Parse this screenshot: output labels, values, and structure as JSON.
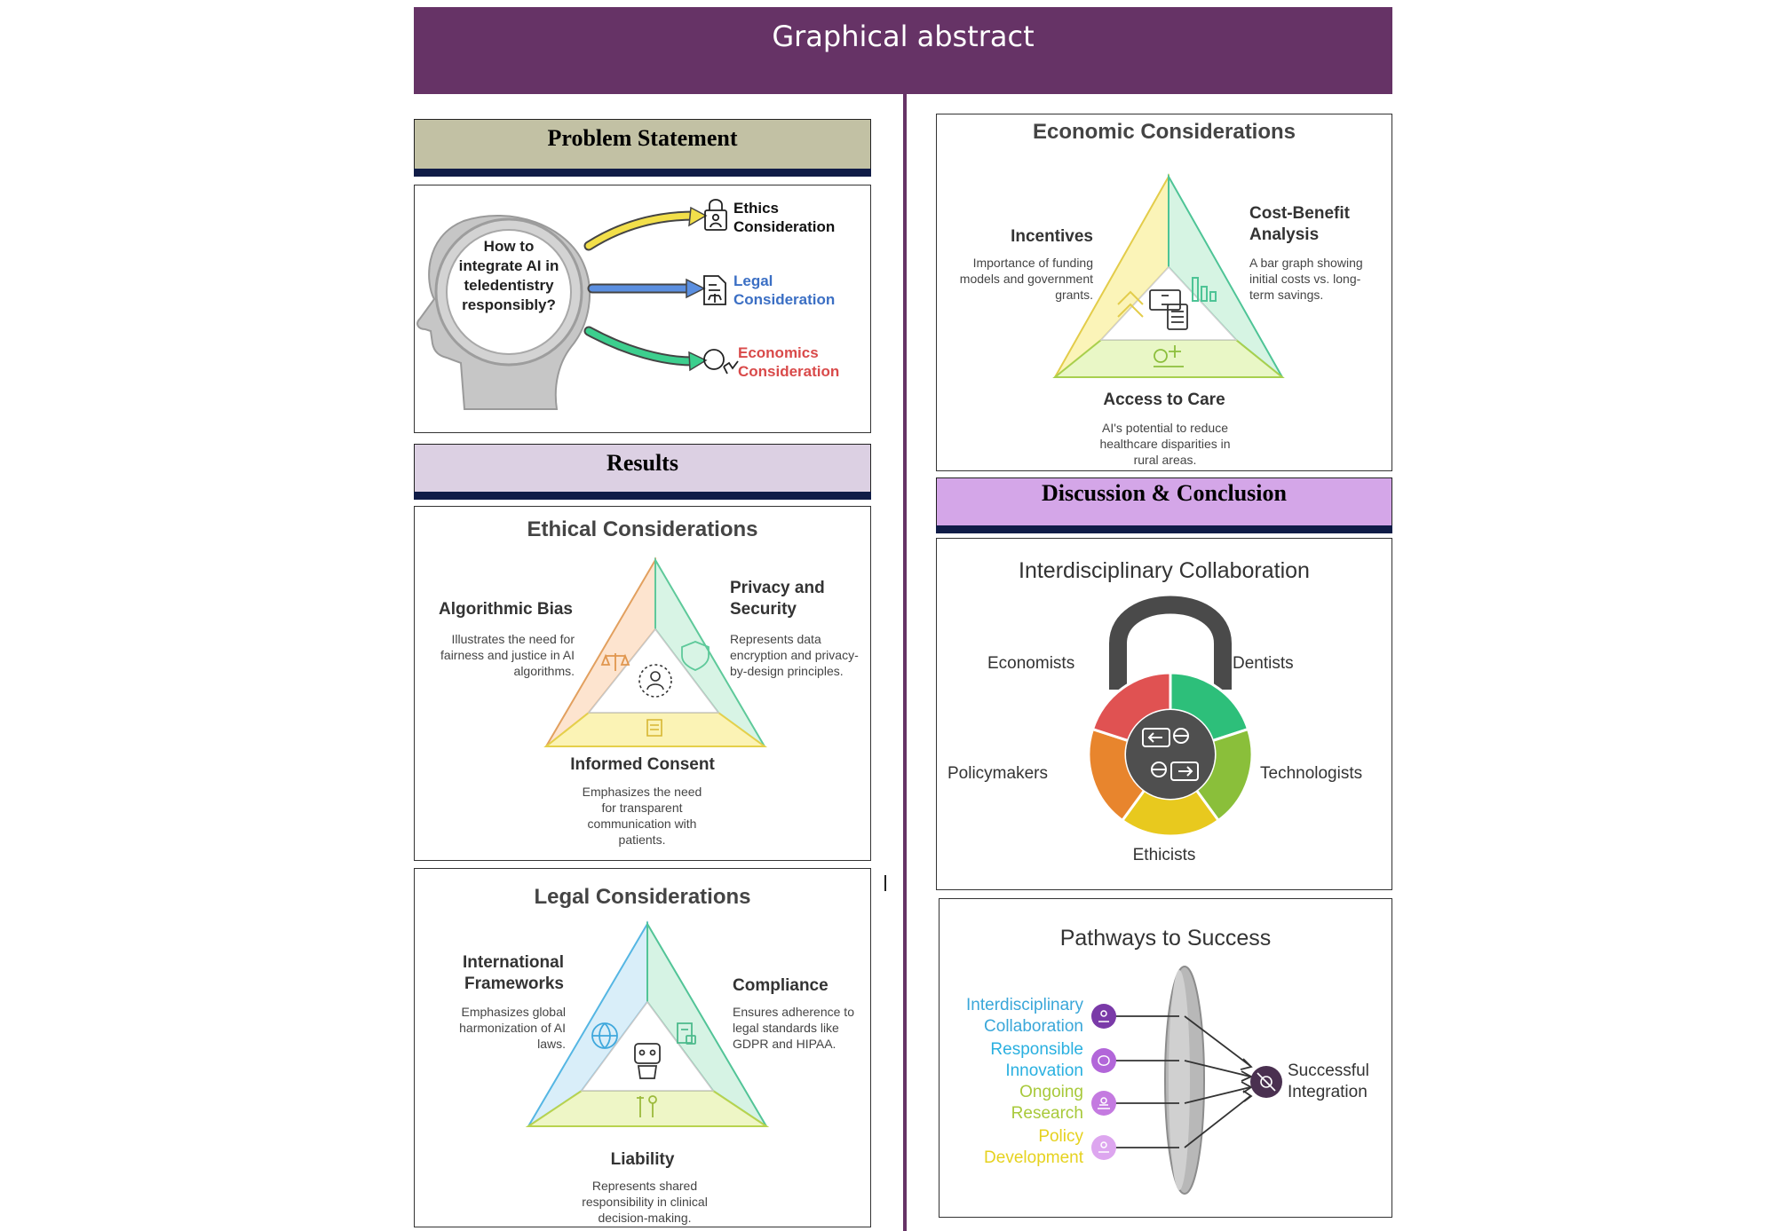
{
  "header": {
    "title": "Graphical abstract"
  },
  "colors": {
    "banner": "#663366",
    "header_bar": "#101c47"
  },
  "sections": {
    "problem_statement": "Problem Statement",
    "results": "Results",
    "discussion": "Discussion & Conclusion"
  },
  "problem": {
    "question_lines": [
      "How to",
      "integrate AI in",
      "teledentistry",
      "responsibly?"
    ],
    "items": [
      {
        "lines": [
          "Ethics",
          "Consideration"
        ],
        "icon": "lock-person-icon",
        "color": "#111111"
      },
      {
        "lines": [
          "Legal",
          "Consideration"
        ],
        "icon": "legal-document-icon",
        "color": "#3b6fc4"
      },
      {
        "lines": [
          "Economics",
          "Consideration"
        ],
        "icon": "economics-icon",
        "color": "#d94a4a"
      }
    ]
  },
  "ethical": {
    "title": "Ethical Considerations",
    "left": {
      "title": "Algorithmic Bias",
      "desc": "Illustrates the need for fairness and justice in AI algorithms."
    },
    "right": {
      "title": "Privacy and Security",
      "desc": "Represents data encryption and privacy-by-design principles."
    },
    "bottom": {
      "title": "Informed Consent",
      "desc": "Emphasizes the need for transparent communication with patients."
    }
  },
  "legal": {
    "title": "Legal Considerations",
    "left": {
      "title": "International Frameworks",
      "desc": "Emphasizes global harmonization of AI laws."
    },
    "right": {
      "title": "Compliance",
      "desc": "Ensures adherence to legal standards like GDPR and HIPAA."
    },
    "bottom": {
      "title": "Liability",
      "desc": "Represents shared responsibility in clinical decision-making."
    }
  },
  "economic": {
    "title": "Economic Considerations",
    "left": {
      "title": "Incentives",
      "desc": "Importance of funding models and government grants."
    },
    "right": {
      "title": "Cost-Benefit Analysis",
      "desc": "A bar graph showing initial costs vs. long-term savings."
    },
    "bottom": {
      "title": "Access to Care",
      "desc": "AI's potential to reduce healthcare disparities in rural areas."
    }
  },
  "collaboration": {
    "title": "Interdisciplinary Collaboration",
    "groups": {
      "economists": "Economists",
      "dentists": "Dentists",
      "policymakers": "Policymakers",
      "technologists": "Technologists",
      "ethicists": "Ethicists"
    },
    "segment_colors": [
      "#e05252",
      "#2dbf7a",
      "#8abf3a",
      "#e8c91e",
      "#e8852d"
    ]
  },
  "pathways": {
    "title": "Pathways to Success",
    "items": [
      {
        "lines": [
          "Interdisciplinary",
          "Collaboration"
        ],
        "color": "#3aa7d9"
      },
      {
        "lines": [
          "Responsible",
          "Innovation"
        ],
        "color": "#2ab0e0"
      },
      {
        "lines": [
          "Ongoing",
          "Research"
        ],
        "color": "#a8c93a"
      },
      {
        "lines": [
          "Policy",
          "Development"
        ],
        "color": "#e6d21e"
      }
    ],
    "outcome_lines": [
      "Successful",
      "Integration"
    ]
  }
}
